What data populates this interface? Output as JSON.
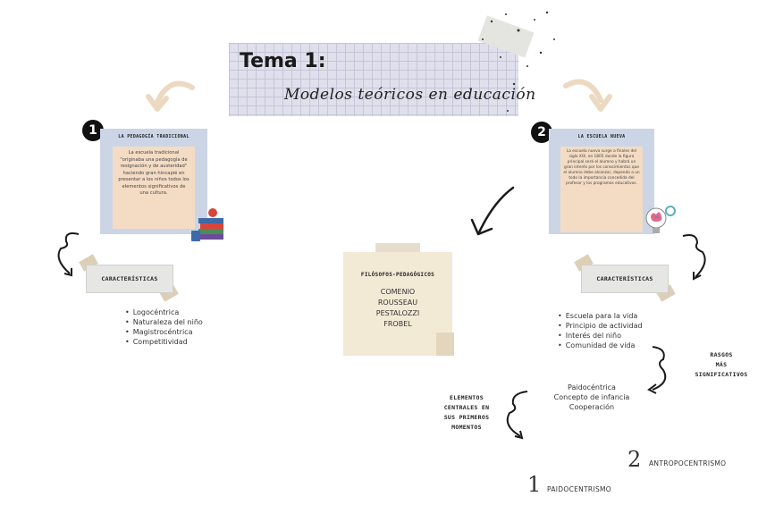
{
  "title": {
    "main": "Tema 1:",
    "sub": "Modelos teóricos en educación"
  },
  "left": {
    "badge": "1",
    "card_title": "LA PEDAGOGÍA TRADICIONAL",
    "card_text": "La escuela tradicional \"originaba una pedagogía de resignación y de austeridad\" haciendo gran hincapié en presentar a los niños todos los elementos significativos de una cultura.",
    "tag": "CARACTERÍSTICAS",
    "items": [
      "Logocéntrica",
      "Naturaleza del niño",
      "Magistrocéntrica",
      "Competitividad"
    ]
  },
  "right": {
    "badge": "2",
    "card_title": "LA ESCUELA NUEVA",
    "card_text": "La escuela nueva surge a finales del siglo XIX, en 1805 donde la figura principal será el alumno y habrá un gran interés por los conocimientos que el alumno debe alcanzar, dependo a un todo la importancia concedida del profesor y los programas educativos.",
    "tag": "CARACTERÍSTICAS",
    "items": [
      "Escuela para la vida",
      "Principio de actividad",
      "Interés del niño",
      "Comunidad de vida"
    ],
    "rasgos": [
      "RASGOS",
      "MÁS",
      "SIGNIFICATIVOS"
    ],
    "rasgos_items": [
      "Paidocéntrica",
      "Concepto de infancia",
      "Cooperación"
    ]
  },
  "center": {
    "heading": "FILÓSOFOS-PEDAGÓGICOS",
    "names": [
      "COMENIO",
      "ROUSSEAU",
      "PESTALOZZI",
      "FROBEL"
    ]
  },
  "elementos": [
    "ELEMENTOS",
    "CENTRALES EN",
    "SUS PRIMEROS",
    "MOMENTOS"
  ],
  "ranking": [
    {
      "num": "2",
      "label": "ANTROPOCENTRISMO"
    },
    {
      "num": "1",
      "label": "PAIDOCENTRISMO"
    }
  ]
}
